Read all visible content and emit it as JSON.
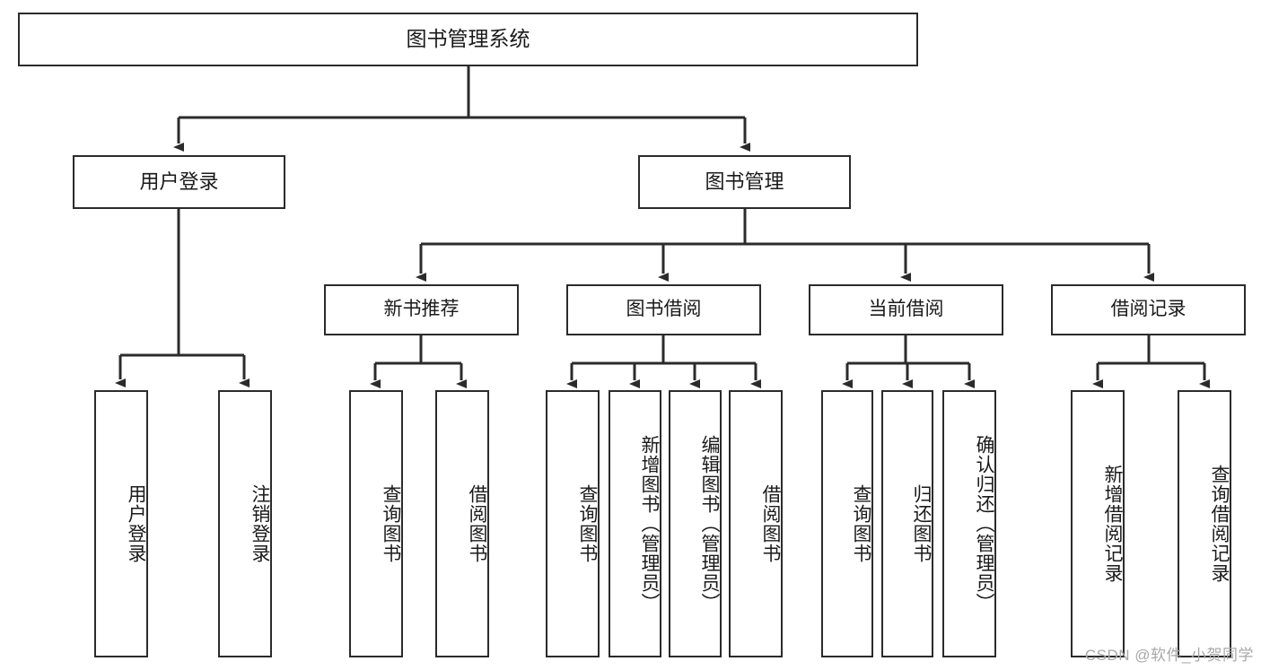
{
  "diagram": {
    "title": "图书管理系统",
    "type": "tree",
    "root": {
      "label": "图书管理系统"
    },
    "level2": [
      {
        "id": "user-login",
        "label": "用户登录"
      },
      {
        "id": "book-management",
        "label": "图书管理"
      }
    ],
    "level3": [
      {
        "id": "new-book-recommend",
        "label": "新书推荐",
        "parent": "book-management"
      },
      {
        "id": "book-borrow",
        "label": "图书借阅",
        "parent": "book-management"
      },
      {
        "id": "current-borrow",
        "label": "当前借阅",
        "parent": "book-management"
      },
      {
        "id": "borrow-record",
        "label": "借阅记录",
        "parent": "book-management"
      }
    ],
    "leaves": [
      {
        "id": "leaf-user-login",
        "label": "用户登录",
        "parent": "user-login"
      },
      {
        "id": "leaf-logout-login",
        "label": "注销登录",
        "parent": "user-login"
      },
      {
        "id": "leaf-query-book-1",
        "label": "查询图书",
        "parent": "new-book-recommend"
      },
      {
        "id": "leaf-borrow-book-1",
        "label": "借阅图书",
        "parent": "new-book-recommend"
      },
      {
        "id": "leaf-query-book-2",
        "label": "查询图书",
        "parent": "book-borrow"
      },
      {
        "id": "leaf-add-book",
        "label": "新增图书（管理员）",
        "parent": "book-borrow"
      },
      {
        "id": "leaf-edit-book",
        "label": "编辑图书（管理员）",
        "parent": "book-borrow"
      },
      {
        "id": "leaf-borrow-book-2",
        "label": "借阅图书",
        "parent": "book-borrow"
      },
      {
        "id": "leaf-query-book-3",
        "label": "查询图书",
        "parent": "current-borrow"
      },
      {
        "id": "leaf-return-book",
        "label": "归还图书",
        "parent": "current-borrow"
      },
      {
        "id": "leaf-confirm-return",
        "label": "确认归还（管理员）",
        "parent": "current-borrow"
      },
      {
        "id": "leaf-add-record",
        "label": "新增借阅记录",
        "parent": "borrow-record"
      },
      {
        "id": "leaf-query-record",
        "label": "查询借阅记录",
        "parent": "borrow-record"
      }
    ],
    "colors": {
      "border": "#2b2b2b",
      "background": "#ffffff",
      "text": "#1a1a1a",
      "watermark": "#a8a8a8"
    }
  },
  "watermark": {
    "text": "CSDN @软件_小贺同学"
  }
}
